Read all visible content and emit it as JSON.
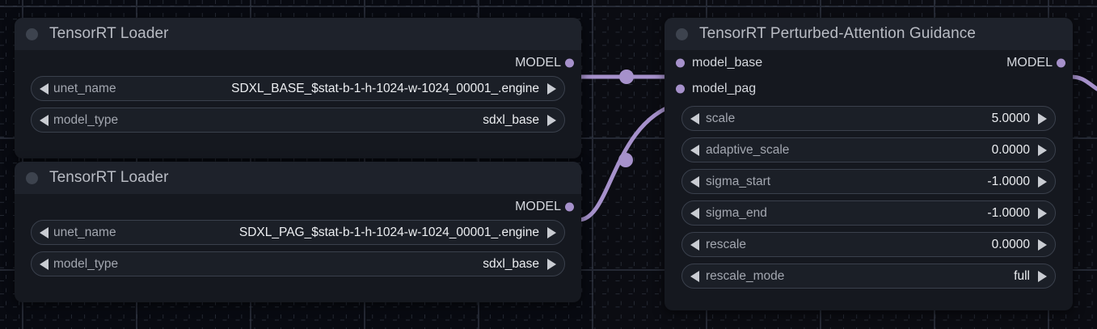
{
  "app": {
    "kind": "node-graph-editor",
    "background_color": "#0b0c12",
    "link_color": "#a691cb",
    "node_body_color": "#15181f",
    "node_header_color": "#1e222b"
  },
  "nodes": [
    {
      "id": "tensorrt-loader-base",
      "title": "TensorRT Loader",
      "collapse_dot": "node-collapse-dot",
      "outputs": [
        {
          "name": "MODEL",
          "type": "MODEL",
          "color": "#a691cb"
        }
      ],
      "inputs": [],
      "widgets": [
        {
          "name": "unet_name",
          "label": "unet_name",
          "value": "SDXL_BASE_$stat-b-1-h-1024-w-1024_00001_.engine",
          "kind": "combo"
        },
        {
          "name": "model_type",
          "label": "model_type",
          "value": "sdxl_base",
          "kind": "combo"
        }
      ]
    },
    {
      "id": "tensorrt-loader-pag",
      "title": "TensorRT Loader",
      "collapse_dot": "node-collapse-dot",
      "outputs": [
        {
          "name": "MODEL",
          "type": "MODEL",
          "color": "#a691cb"
        }
      ],
      "inputs": [],
      "widgets": [
        {
          "name": "unet_name",
          "label": "unet_name",
          "value": "SDXL_PAG_$stat-b-1-h-1024-w-1024_00001_.engine",
          "kind": "combo"
        },
        {
          "name": "model_type",
          "label": "model_type",
          "value": "sdxl_base",
          "kind": "combo"
        }
      ]
    },
    {
      "id": "tensorrt-pag",
      "title": "TensorRT Perturbed-Attention Guidance",
      "collapse_dot": "node-collapse-dot",
      "inputs": [
        {
          "name": "model_base",
          "label": "model_base",
          "color": "#a691cb"
        },
        {
          "name": "model_pag",
          "label": "model_pag",
          "color": "#a691cb"
        }
      ],
      "outputs": [
        {
          "name": "MODEL",
          "type": "MODEL",
          "color": "#a691cb"
        }
      ],
      "widgets": [
        {
          "name": "scale",
          "label": "scale",
          "value": "5.0000",
          "kind": "number"
        },
        {
          "name": "adaptive_scale",
          "label": "adaptive_scale",
          "value": "0.0000",
          "kind": "number"
        },
        {
          "name": "sigma_start",
          "label": "sigma_start",
          "value": "-1.0000",
          "kind": "number"
        },
        {
          "name": "sigma_end",
          "label": "sigma_end",
          "value": "-1.0000",
          "kind": "number"
        },
        {
          "name": "rescale",
          "label": "rescale",
          "value": "0.0000",
          "kind": "number"
        },
        {
          "name": "rescale_mode",
          "label": "rescale_mode",
          "value": "full",
          "kind": "combo"
        }
      ]
    }
  ],
  "links": [
    {
      "from": "tensorrt-loader-base.MODEL",
      "to": "tensorrt-pag.model_base",
      "color": "#a691cb"
    },
    {
      "from": "tensorrt-loader-pag.MODEL",
      "to": "tensorrt-pag.model_pag",
      "color": "#a691cb"
    },
    {
      "from": "tensorrt-pag.MODEL",
      "to": "offscreen",
      "color": "#a691cb"
    }
  ]
}
